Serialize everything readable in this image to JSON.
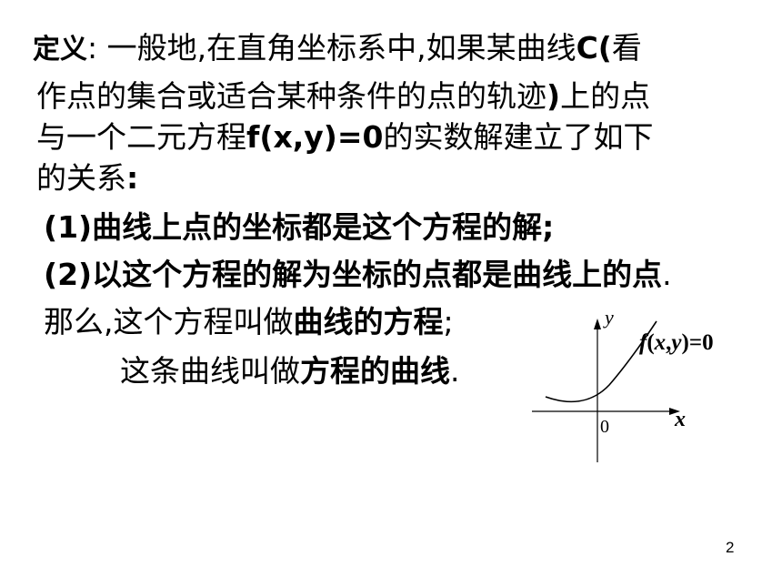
{
  "slide": {
    "definition_label": "定义",
    "line1_sep": ": 一般地,在直角坐标系中,如果某曲线",
    "line1_curve": "C(",
    "line1_tail": "看",
    "line2_text": "作点的集合或适合某种条件的点的轨迹",
    "line2_paren": ")",
    "line2_tail": "上的点",
    "line3_pre": "与一个二元方程",
    "line3_eq": "f(x,y)=0",
    "line3_post": "的实数解建立了如下",
    "line4_pre": "的关系",
    "line4_colon": ":",
    "cond1": "(1)曲线上点的坐标都是这个方程的解;",
    "cond2_bold": "(2)以这个方程的解为坐标的点都是曲线上的点",
    "cond2_end": ".",
    "then_pre": "那么,这个方程叫做",
    "then_bold": "曲线的方程",
    "then_end": ";",
    "also_pre": "这条曲线叫做",
    "also_bold": "方程的曲线",
    "also_end": "."
  },
  "graph": {
    "y_label": "y",
    "x_label": "x",
    "origin_label": "0",
    "equation_f": "f",
    "equation_open": "(",
    "equation_x": "x",
    "equation_comma": ",",
    "equation_y": "y",
    "equation_close": ")=0"
  },
  "page_number": "2"
}
